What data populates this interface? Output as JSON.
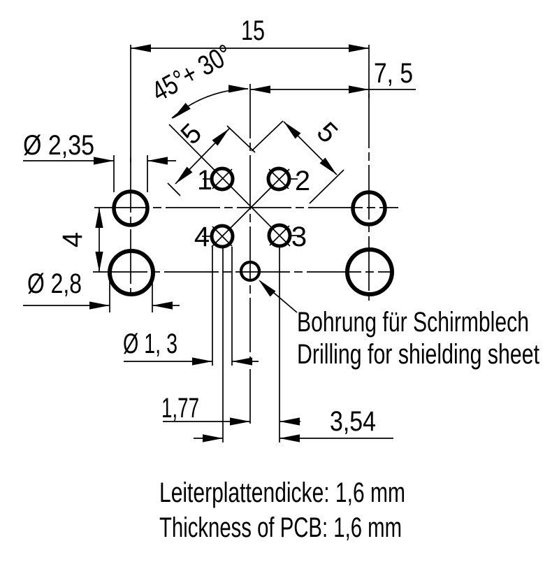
{
  "colors": {
    "ink": "#000000",
    "bg": "#ffffff"
  },
  "dims": {
    "width_top": "15",
    "width_right": "7, 5",
    "angle": "45°+ 30°",
    "pitch_left": "5",
    "pitch_right": "5",
    "dia_small_hole": "Ø 2,35",
    "vert_pitch": "4",
    "dia_big_hole": "Ø 2,8",
    "dia_pin_hole": "Ø 1, 3",
    "half_pitch": "1,77",
    "full_pitch": "3,54"
  },
  "pins": {
    "p1": "1",
    "p2": "2",
    "p3": "3",
    "p4": "4"
  },
  "notes": {
    "shield_de": "Bohrung für Schirmblech",
    "shield_en": "Drilling for shielding sheet"
  },
  "footer": {
    "de": "Leiterplattendicke: 1,6 mm",
    "en": "Thickness of PCB: 1,6 mm"
  }
}
